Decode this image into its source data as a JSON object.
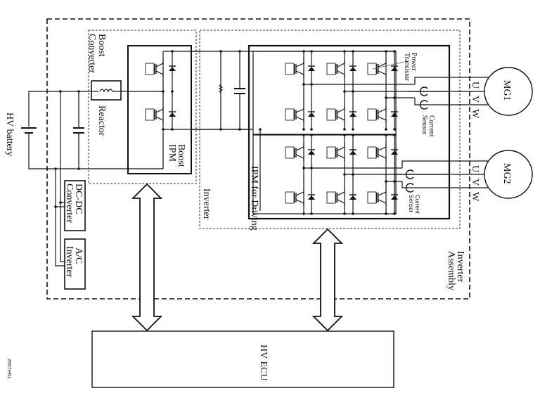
{
  "diagram": {
    "title": "Inverter Assembly circuit diagram",
    "labels": {
      "hv_battery": "HV battery",
      "boost_converter": [
        "Boost",
        "Converter"
      ],
      "reactor": "Reactor",
      "boost_ipm": [
        "Boost",
        "IPM"
      ],
      "dc_dc_converter": [
        "DC-DC",
        "Converter"
      ],
      "ac_inverter": [
        "A/C",
        "Inverter"
      ],
      "inverter": "Inverter",
      "ipm_for_driving": "IPM for Driving",
      "power_transistor": [
        "Power",
        "Transistor"
      ],
      "current_sensor_1": [
        "Current",
        "Sensor"
      ],
      "current_sensor_2": [
        "Current",
        "Sensor"
      ],
      "inverter_assembly": [
        "Inverter",
        "Assembly"
      ],
      "hv_ecu": "HV ECU",
      "mg1": "MG1",
      "mg2": "MG2",
      "mg1_phases": [
        "U",
        "V",
        "W"
      ],
      "mg2_phases": [
        "U",
        "V",
        "W"
      ],
      "figure_id": "255TH51"
    }
  }
}
